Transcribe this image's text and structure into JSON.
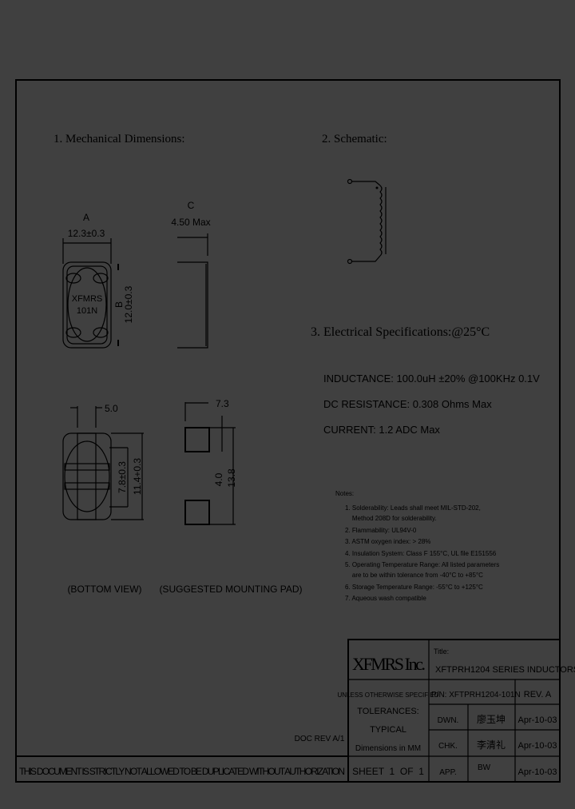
{
  "sections": {
    "mechanical": "1. Mechanical Dimensions:",
    "schematic": "2. Schematic:",
    "electrical": "3. Electrical   Specifications:@25°C"
  },
  "top_view": {
    "dim_a_letter": "A",
    "dim_a_value": "12.3±0.3",
    "dim_b_letter": "B",
    "dim_b_value": "12.0±0.3",
    "marking_line1": "XFMRS",
    "marking_line2": "101N"
  },
  "side_view": {
    "dim_c_letter": "C",
    "dim_c_value": "4.50 Max"
  },
  "bottom_view": {
    "dim_width": "5.0",
    "dim_inner": "7.8±0.3",
    "dim_outer": "11.4+0.3",
    "caption": "(BOTTOM VIEW)"
  },
  "mounting_pad": {
    "dim_width": "7.3",
    "dim_gap": "4.0",
    "dim_total": "13.8",
    "caption": "(SUGGESTED MOUNTING PAD)"
  },
  "electrical": {
    "inductance": "INDUCTANCE: 100.0uH ±20% @100KHz 0.1V",
    "dc_resistance": "DC RESISTANCE:  0.308 Ohms Max",
    "current": "CURRENT: 1.2 ADC Max"
  },
  "notes": {
    "heading": "Notes:",
    "items": [
      "1. Solderability: Leads shall meet MIL-STD-202,",
      "    Method 208D for solderability.",
      "2. Flammability: UL94V-0",
      "3. ASTM oxygen index: > 28%",
      "4. Insulation System: Class F 155°C, UL file E151556",
      "5. Operating Temperature Range: All listed parameters",
      "    are to be within tolerance from -40°C to +85°C",
      "6. Storage Temperature Range: -55°C to +125°C",
      "7. Aqueous wash compatible"
    ]
  },
  "title_block": {
    "company": "XFMRS Inc.",
    "title_label": "Title:",
    "title": "XFTPRH1204 SERIES INDUCTORS",
    "unless": "UNLESS OTHERWISE SPECIFIED",
    "tolerances": "TOLERANCES:",
    "typical": "TYPICAL",
    "dimensions": "Dimensions in MM",
    "part_number": "P/N: XFTPRH1204-101N",
    "rev": "REV. A",
    "dwn_label": "DWN.",
    "dwn_sig": "廖玉坤",
    "dwn_date": "Apr-10-03",
    "chk_label": "CHK.",
    "chk_sig": "李清礼",
    "chk_date": "Apr-10-03",
    "app_label": "APP.",
    "app_sig": "BW",
    "app_date": "Apr-10-03",
    "sheet": "SHEET  1  OF  1",
    "doc_rev": "DOC REV A/1",
    "disclaimer": "THIS DOCUMENT IS STRICTLY NOT ALLOWED TO BE DUPLICATED WITHOUT AUTHORIZATION"
  }
}
